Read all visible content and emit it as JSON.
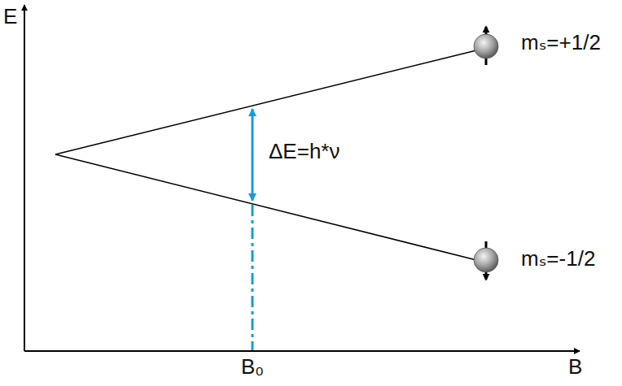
{
  "diagram": {
    "labels": [
      "E",
      "mₛ=+1/2",
      "ΔE=h*ν",
      "mₛ=-1/2",
      "B₀",
      "B"
    ]
  }
}
